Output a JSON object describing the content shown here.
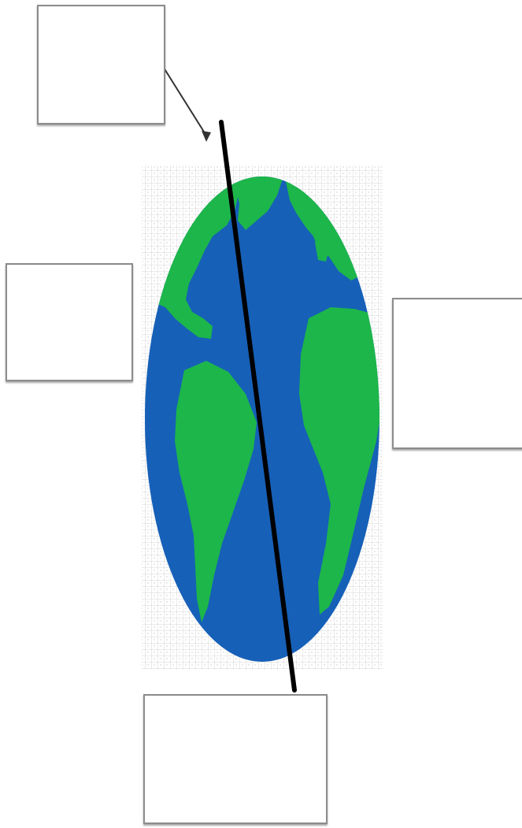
{
  "diagram": {
    "colors": {
      "ocean": "#1660b8",
      "land": "#1db64a",
      "axis": "#000000",
      "pointer": "#333333",
      "box_border": "#8c8c8c",
      "background_grid": "#d9d9d9"
    },
    "label_boxes": [
      {
        "id": "top-left",
        "text": ""
      },
      {
        "id": "middle-left",
        "text": ""
      },
      {
        "id": "right",
        "text": ""
      },
      {
        "id": "bottom",
        "text": ""
      }
    ],
    "icons": {
      "globe": "earth-globe-icon",
      "axis": "tilted-axis-line",
      "pointer": "arrow-pointer"
    }
  }
}
